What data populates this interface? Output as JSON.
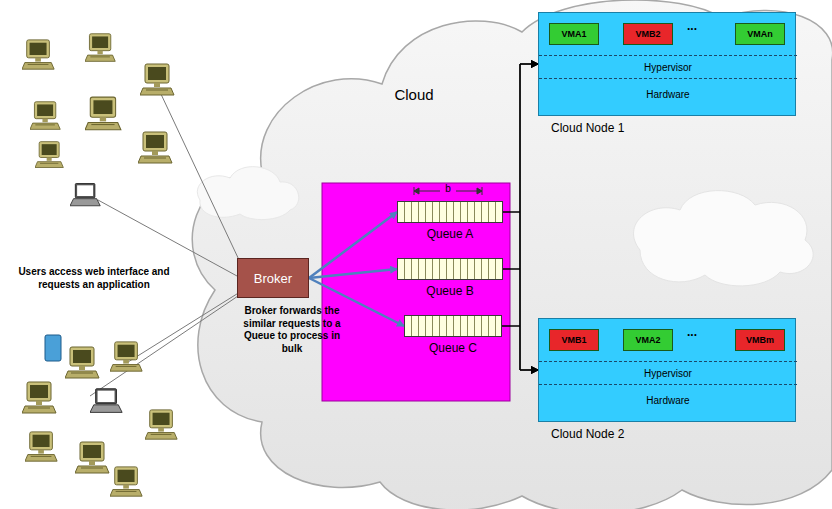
{
  "diagram": {
    "nodes": [
      {
        "text": [
          "Broker"
        ]
      },
      {
        "text": [
          "Queue A"
        ]
      },
      {
        "text": [
          "Queue B"
        ]
      },
      {
        "text": [
          "Queue C"
        ]
      },
      {
        "text": [
          "Cloud Node 1"
        ]
      },
      {
        "text": [
          "VMA1"
        ],
        "in": 4
      },
      {
        "text": [
          "VMB2"
        ],
        "in": 4
      },
      {
        "text": [
          "VMAn"
        ],
        "in": 4
      },
      {
        "text": [
          "Hypervisor"
        ],
        "in": 4
      },
      {
        "text": [
          "Hardware"
        ],
        "in": 4
      },
      {
        "text": [
          "Cloud Node 2"
        ]
      },
      {
        "text": [
          "VMB1"
        ],
        "in": 10
      },
      {
        "text": [
          "VMA2"
        ],
        "in": 10
      },
      {
        "text": [
          "VMBm"
        ],
        "in": 10
      },
      {
        "text": [
          "Hypervisor"
        ],
        "in": 10
      },
      {
        "text": [
          "Hardware"
        ],
        "in": 10
      }
    ],
    "edges": [
      {
        "from": 0,
        "to": 1,
        "arrow": "to"
      },
      {
        "from": 0,
        "to": 2,
        "arrow": "to"
      },
      {
        "from": 0,
        "to": 3,
        "arrow": "to"
      },
      {
        "from": 1,
        "to": 4,
        "arrow": "to"
      },
      {
        "from": 1,
        "to": 10,
        "arrow": "to"
      },
      {
        "from": 2,
        "to": 4,
        "arrow": "to"
      },
      {
        "from": 2,
        "to": 10,
        "arrow": "to"
      },
      {
        "from": 3,
        "to": 4,
        "arrow": "to"
      },
      {
        "from": 3,
        "to": 10,
        "arrow": "to"
      }
    ],
    "labels": [
      "Users  access web interface and requests an application",
      "Broker forwards the similar requests to a Queue to process in bulk",
      "Cloud",
      "b",
      "...",
      "..."
    ]
  }
}
